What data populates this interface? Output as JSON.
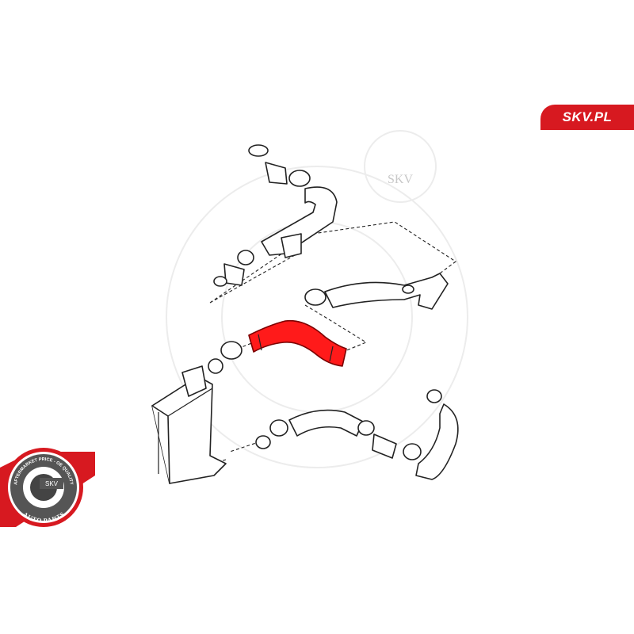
{
  "brand": {
    "site_label": "SKV.PL",
    "accent_color": "#d71920"
  },
  "badge": {
    "center_text": "SKV",
    "top_ring_text": "AFTERMARKET PRICE - OE QUALITY",
    "bottom_ring_text": "AUTO PARTS"
  },
  "watermark": {
    "text": "SKV"
  },
  "diagram": {
    "highlighted_part": "intercooler-hose",
    "highlight_color": "#ff1a1a"
  }
}
